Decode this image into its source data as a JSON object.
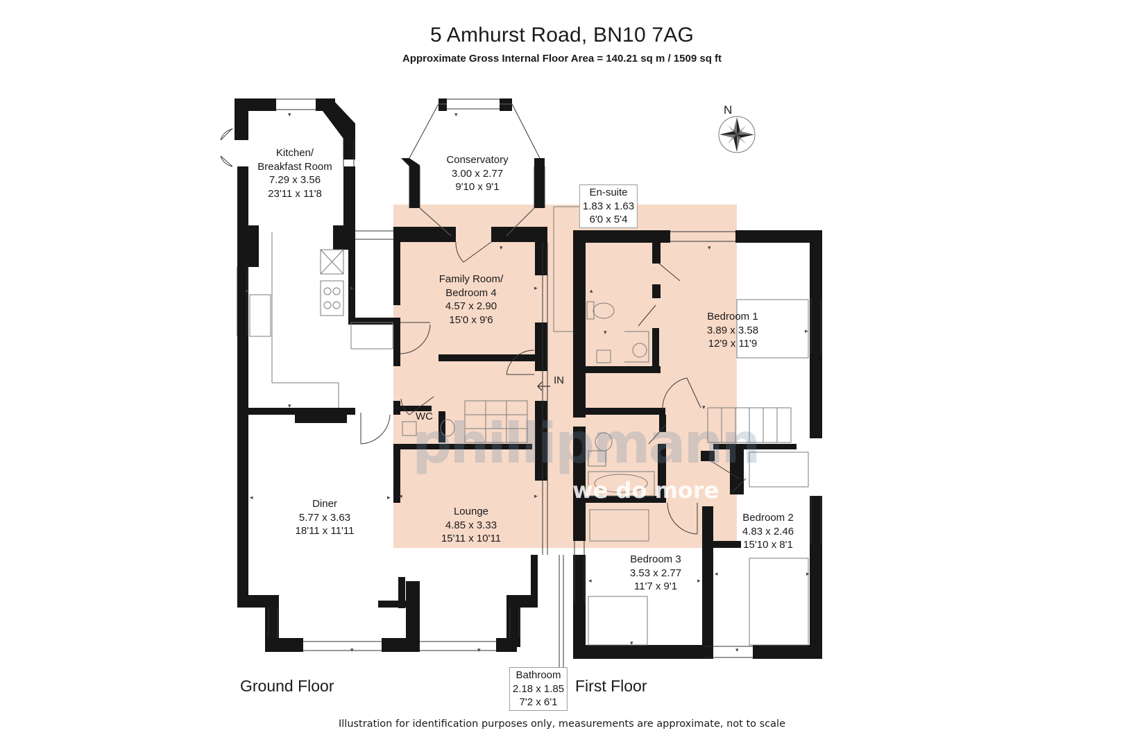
{
  "header": {
    "title": "5 Amhurst Road, BN10 7AG",
    "subtitle": "Approximate Gross Internal Floor Area = 140.21 sq m / 1509 sq ft"
  },
  "compass": {
    "label": "N"
  },
  "floors": {
    "ground": "Ground Floor",
    "first": "First Floor"
  },
  "rooms": {
    "kitchen": {
      "name": "Kitchen/",
      "name2": "Breakfast Room",
      "metric": "7.29 x 3.56",
      "imperial": "23'11 x 11'8"
    },
    "conservatory": {
      "name": "Conservatory",
      "metric": "3.00 x 2.77",
      "imperial": "9'10 x 9'1"
    },
    "ensuite": {
      "name": "En-suite",
      "metric": "1.83 x 1.63",
      "imperial": "6'0 x 5'4"
    },
    "family": {
      "name": "Family Room/",
      "name2": "Bedroom 4",
      "metric": "4.57 x 2.90",
      "imperial": "15'0 x 9'6"
    },
    "bedroom1": {
      "name": "Bedroom 1",
      "metric": "3.89 x 3.58",
      "imperial": "12'9 x 11'9"
    },
    "diner": {
      "name": "Diner",
      "metric": "5.77 x 3.63",
      "imperial": "18'11 x 11'11"
    },
    "lounge": {
      "name": "Lounge",
      "metric": "4.85 x 3.33",
      "imperial": "15'11 x 10'11"
    },
    "bedroom2": {
      "name": "Bedroom 2",
      "metric": "4.83 x 2.46",
      "imperial": "15'10 x 8'1"
    },
    "bedroom3": {
      "name": "Bedroom 3",
      "metric": "3.53 x 2.77",
      "imperial": "11'7 x 9'1"
    },
    "bathroom": {
      "name": "Bathroom",
      "metric": "2.18 x 1.85",
      "imperial": "7'2 x 6'1"
    }
  },
  "labels": {
    "entrance": "IN",
    "wc": "WC"
  },
  "watermark": {
    "brand": "phillipmann",
    "tagline": "we do more"
  },
  "footer": {
    "disclaimer": "Illustration for identification purposes only, measurements are approximate, not to scale"
  },
  "colors": {
    "wall": "#161616",
    "highlight": "#f6d2bd",
    "text": "#1a1a1a"
  }
}
